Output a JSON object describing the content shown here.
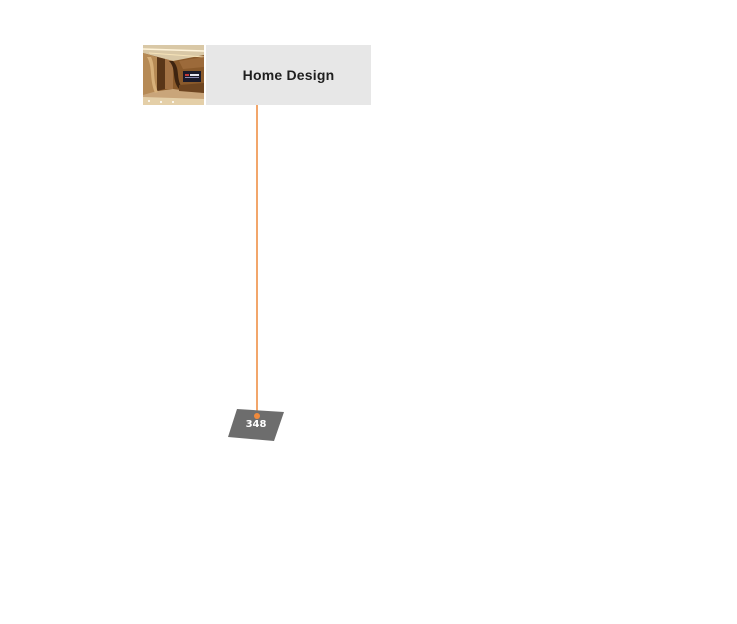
{
  "poi": {
    "title": "Home Design",
    "thumbnail_icon": "interior-photo-thumbnail"
  },
  "marker": {
    "label": "348"
  },
  "colors": {
    "title_box_bg": "#e7e7e7",
    "leader_line": "#f2a66b",
    "anchor_dot": "#f08a3c",
    "marker_fill": "#6d6d6d",
    "marker_text": "#ffffff"
  }
}
